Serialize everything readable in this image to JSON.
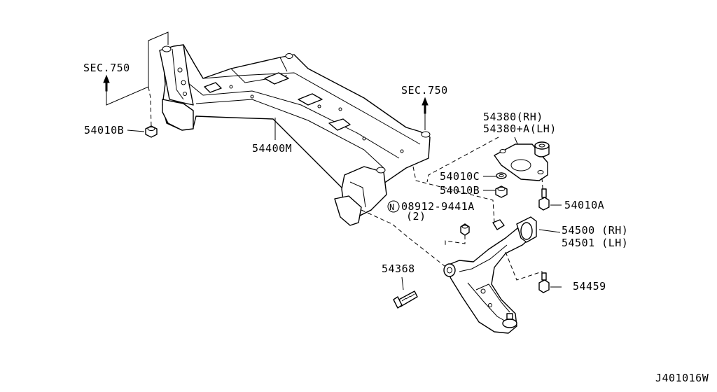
{
  "diagram": {
    "labels": {
      "sec750_left": "SEC.750",
      "sec750_right": "SEC.750",
      "p54010B_left": "54010B",
      "p54400M": "54400M",
      "p54380RH": "54380(RH)",
      "p54380LH": "54380+A(LH)",
      "p54010C": "54010C",
      "p54010B_right": "54010B",
      "p54010A": "54010A",
      "p08912_symbol": "N",
      "p08912": "08912-9441A",
      "p08912_qty": "(2)",
      "p54500RH": "54500 (RH)",
      "p54501LH": "54501 (LH)",
      "p54368": "54368",
      "p54459": "54459",
      "code": "J401016W"
    }
  }
}
